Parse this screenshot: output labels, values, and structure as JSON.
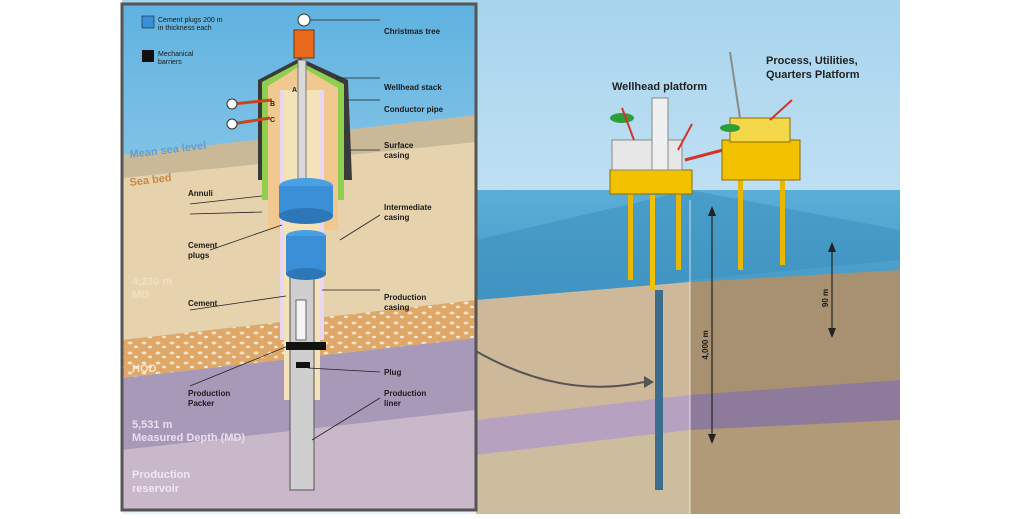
{
  "legend": {
    "cement_plugs": [
      "Cement plugs 200 m",
      "in thickness each"
    ],
    "mechanical_barriers": [
      "Mechanical",
      "barriers"
    ]
  },
  "labels": {
    "christmas_tree": "Christmas tree",
    "wellhead_stack": "Wellhead stack",
    "conductor_pipe": "Conductor pipe",
    "surface_casing": [
      "Surface",
      "casing"
    ],
    "intermediate_casing": [
      "Intermediate",
      "casing"
    ],
    "production_casing": [
      "Production",
      "casing"
    ],
    "plug": "Plug",
    "production_liner": [
      "Production",
      "liner"
    ],
    "annuli": "Annuli",
    "cement_plugs": [
      "Cement",
      "plugs"
    ],
    "cement": "Cement",
    "production_packer": [
      "Production",
      "Packer"
    ],
    "annulus_a": "A",
    "annulus_b": "B",
    "annulus_c": "C"
  },
  "strata": {
    "mean_sea_level": "Mean sea level",
    "sea_bed": "Sea bed",
    "md_4230": [
      "4,230 m",
      "MD"
    ],
    "hod": "HOD",
    "measured_depth": [
      "5,531 m",
      "Measured Depth (MD)"
    ],
    "production_reservoir": [
      "Production",
      "reservoir"
    ]
  },
  "platforms": {
    "wellhead": "Wellhead platform",
    "process": [
      "Process, Utilities,",
      "Quarters Platform"
    ]
  },
  "dimensions": {
    "depth_4000": "4,000 m",
    "depth_90": "90 m"
  },
  "colors": {
    "sky_top": "#9fd2ec",
    "sea": "#3f97c7",
    "seabed": "#c9b99b",
    "sand": "#e8d2a8",
    "reservoir": "#9d8fa9",
    "cement_blue": "#3a8fd6",
    "platform_yellow": "#f2c200",
    "tree_orange": "#e86a1a"
  }
}
